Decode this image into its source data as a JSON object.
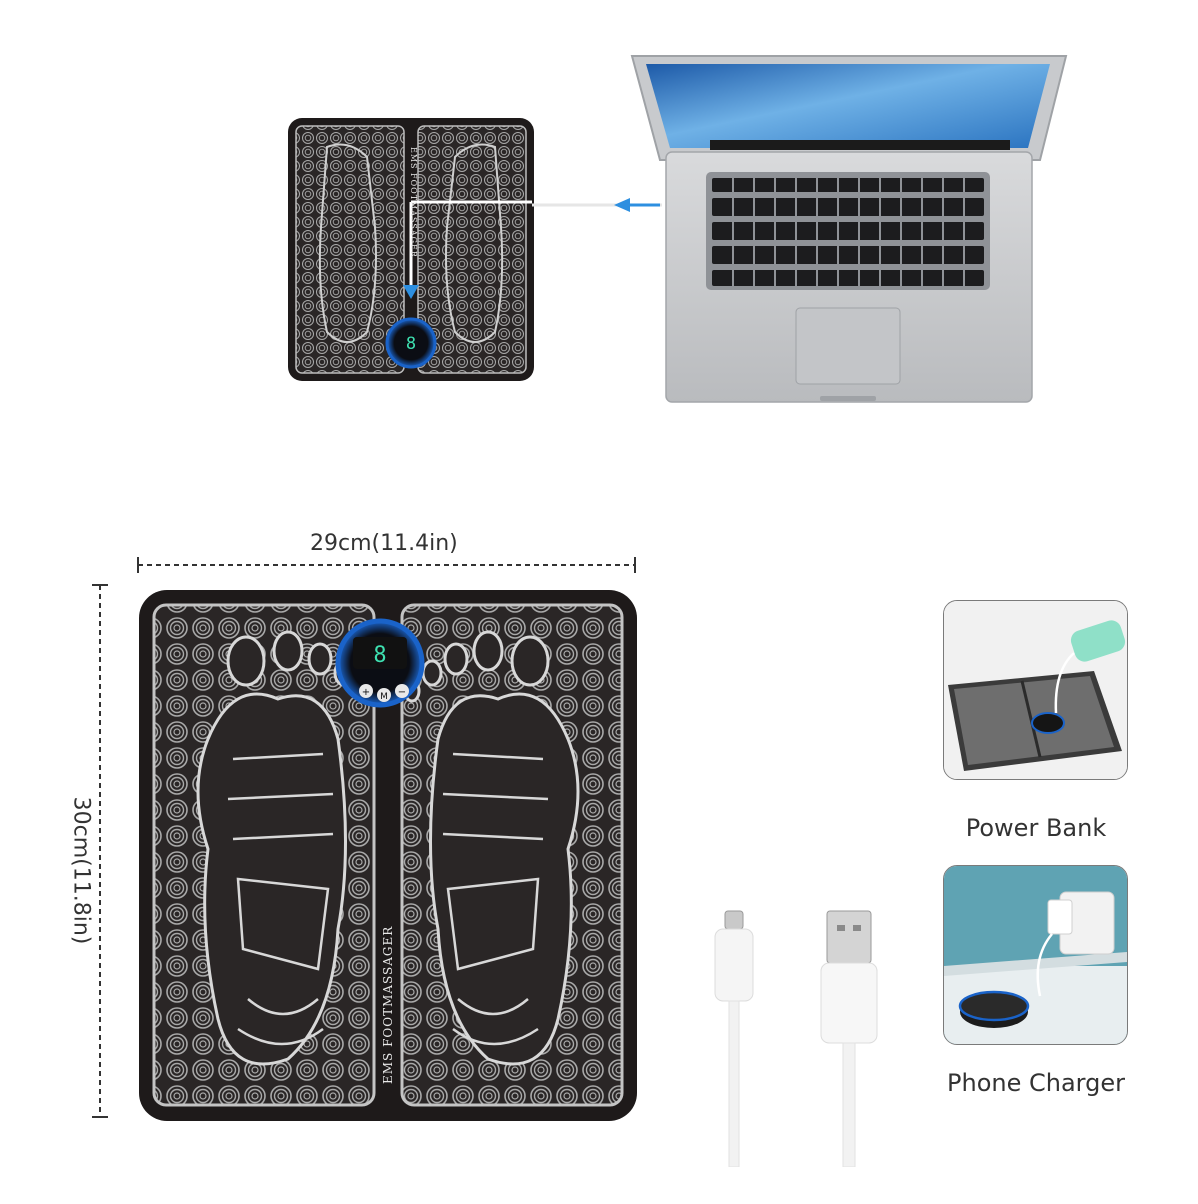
{
  "top_mat": {
    "label": "EMS FOOTMASSAGER",
    "display": "8"
  },
  "big_mat": {
    "label": "EMS FOOTMASSAGER",
    "display": "8",
    "buttons": [
      "+",
      "M",
      "−"
    ]
  },
  "dimensions": {
    "width_label": "29cm(11.4in)",
    "height_label": "30cm(11.8in)"
  },
  "options": [
    {
      "caption": "Power Bank"
    },
    {
      "caption": "Phone Charger"
    }
  ],
  "colors": {
    "mat_dark": "#1e1a1a",
    "mat_pattern": "#9a9a9a",
    "screen_ring": "#1a63c9",
    "arrow": "#2d8fe0"
  }
}
